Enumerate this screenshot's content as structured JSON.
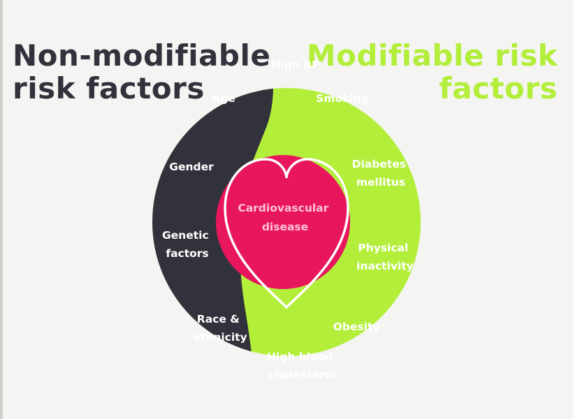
{
  "headings": {
    "left": [
      "Non-modifiable",
      "risk factors"
    ],
    "right": [
      "Modifiable risk",
      "factors"
    ]
  },
  "non_modifiable": [
    [
      "Age"
    ],
    [
      "Gender"
    ],
    [
      "Genetic",
      "factors"
    ],
    [
      "Race &",
      "ethnicity"
    ]
  ],
  "modifiable": [
    [
      "High BP"
    ],
    [
      "Smoking"
    ],
    [
      "Diabetes",
      "mellitus"
    ],
    [
      "Physical",
      "inactivity"
    ],
    [
      "Obesity"
    ],
    [
      "High blood",
      "cholesterol"
    ]
  ],
  "center": [
    "Cardiovascular",
    "disease"
  ],
  "colors": {
    "non_modifiable": "#32323c",
    "modifiable": "#b3ee3a",
    "center": "#e8175d",
    "heart_outline": "#ffffff",
    "background": "#f4f4f2"
  }
}
